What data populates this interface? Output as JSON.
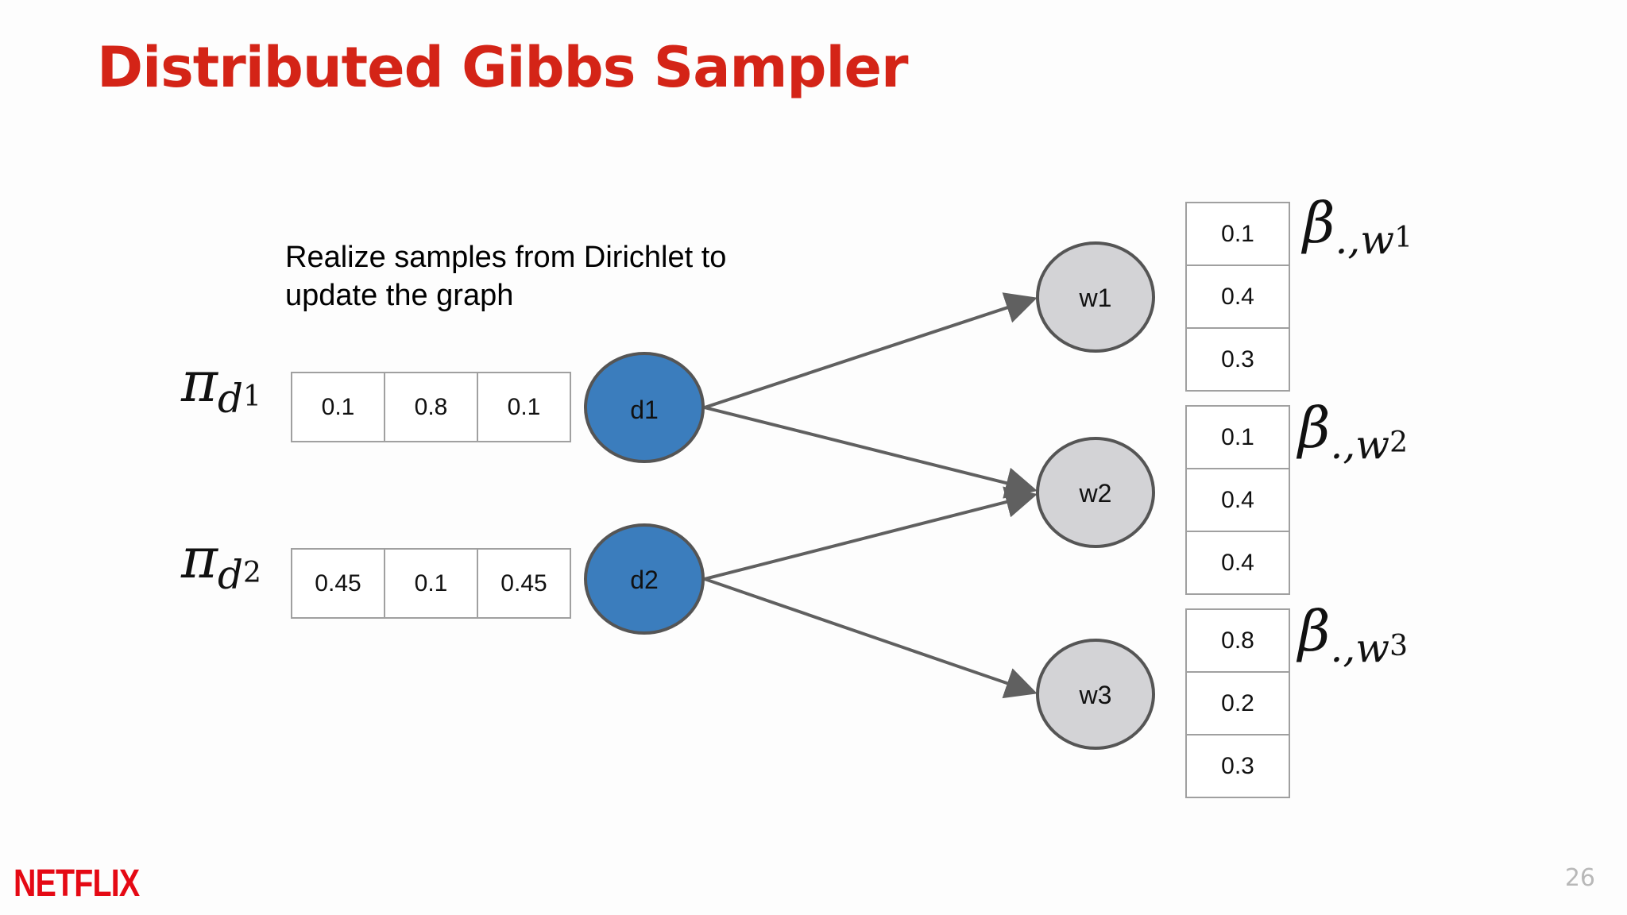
{
  "title": "Distributed Gibbs Sampler",
  "caption_line1": "Realize samples from Dirichlet to",
  "caption_line2": "update the graph",
  "doc_nodes": [
    {
      "id": "d1",
      "label": "d1",
      "pi_symbol": "π",
      "pi_subscript": "d",
      "pi_index": "1",
      "values": [
        "0.1",
        "0.8",
        "0.1"
      ]
    },
    {
      "id": "d2",
      "label": "d2",
      "pi_symbol": "π",
      "pi_subscript": "d",
      "pi_index": "2",
      "values": [
        "0.45",
        "0.1",
        "0.45"
      ]
    }
  ],
  "word_nodes": [
    {
      "id": "w1",
      "label": "w1",
      "beta_symbol": "β",
      "beta_subscript": ".,w",
      "beta_index": "1",
      "values": [
        "0.1",
        "0.4",
        "0.3"
      ]
    },
    {
      "id": "w2",
      "label": "w2",
      "beta_symbol": "β",
      "beta_subscript": ".,w",
      "beta_index": "2",
      "values": [
        "0.1",
        "0.4",
        "0.4"
      ]
    },
    {
      "id": "w3",
      "label": "w3",
      "beta_symbol": "β",
      "beta_subscript": ".,w",
      "beta_index": "3",
      "values": [
        "0.8",
        "0.2",
        "0.3"
      ]
    }
  ],
  "edges": [
    {
      "from": "d1",
      "to": "w1"
    },
    {
      "from": "d1",
      "to": "w2"
    },
    {
      "from": "d2",
      "to": "w2"
    },
    {
      "from": "d2",
      "to": "w3"
    }
  ],
  "colors": {
    "title": "#d42417",
    "doc_node_fill": "#3b7dbd",
    "word_node_fill": "#d3d3d6",
    "node_stroke": "#555555",
    "edge": "#606060",
    "brand": "#e50914"
  },
  "footer": {
    "brand": "NETFLIX",
    "page_number": "26"
  }
}
